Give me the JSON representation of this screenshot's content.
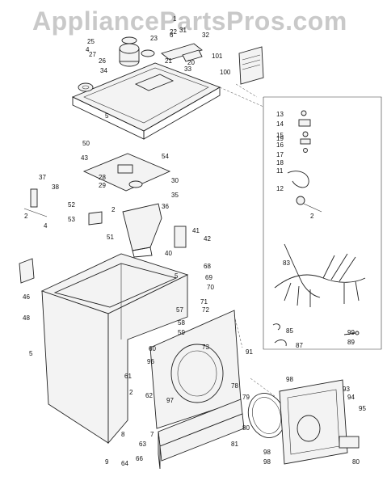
{
  "watermark": "AppliancePartsPros.com",
  "callouts": [
    "1",
    "2",
    "4",
    "5",
    "6",
    "7",
    "8",
    "9",
    "11",
    "12",
    "13",
    "14",
    "15",
    "16",
    "17",
    "18",
    "19",
    "20",
    "21",
    "22",
    "23",
    "25",
    "26",
    "27",
    "28",
    "29",
    "30",
    "31",
    "32",
    "33",
    "34",
    "35",
    "36",
    "37",
    "38",
    "40",
    "41",
    "42",
    "43",
    "46",
    "48",
    "50",
    "51",
    "52",
    "53",
    "54",
    "57",
    "58",
    "59",
    "60",
    "61",
    "62",
    "63",
    "64",
    "66",
    "68",
    "69",
    "70",
    "71",
    "72",
    "73",
    "78",
    "79",
    "80",
    "81",
    "83",
    "85",
    "87",
    "89",
    "91",
    "93",
    "94",
    "95",
    "96",
    "97",
    "98",
    "99",
    "100",
    "101"
  ]
}
